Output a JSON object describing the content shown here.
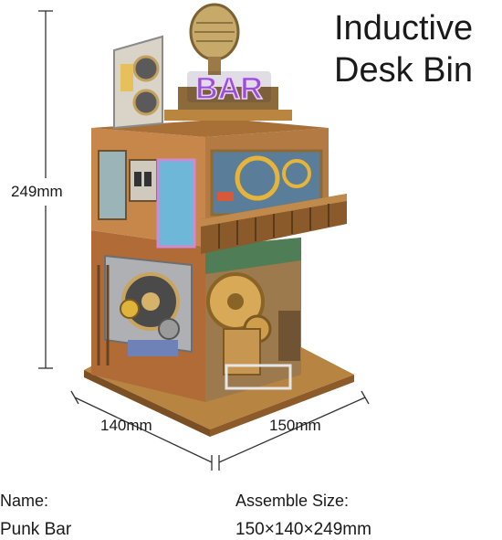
{
  "title": {
    "line1": "Inductive",
    "line2": "Desk Bin"
  },
  "dimensions": {
    "height": "249mm",
    "width_left": "140mm",
    "width_right": "150mm"
  },
  "sign_text": "BAR",
  "name": {
    "label": "Name:",
    "value": "Punk Bar"
  },
  "assemble": {
    "label": "Assemble Size:",
    "value": "150×140×249mm"
  }
}
